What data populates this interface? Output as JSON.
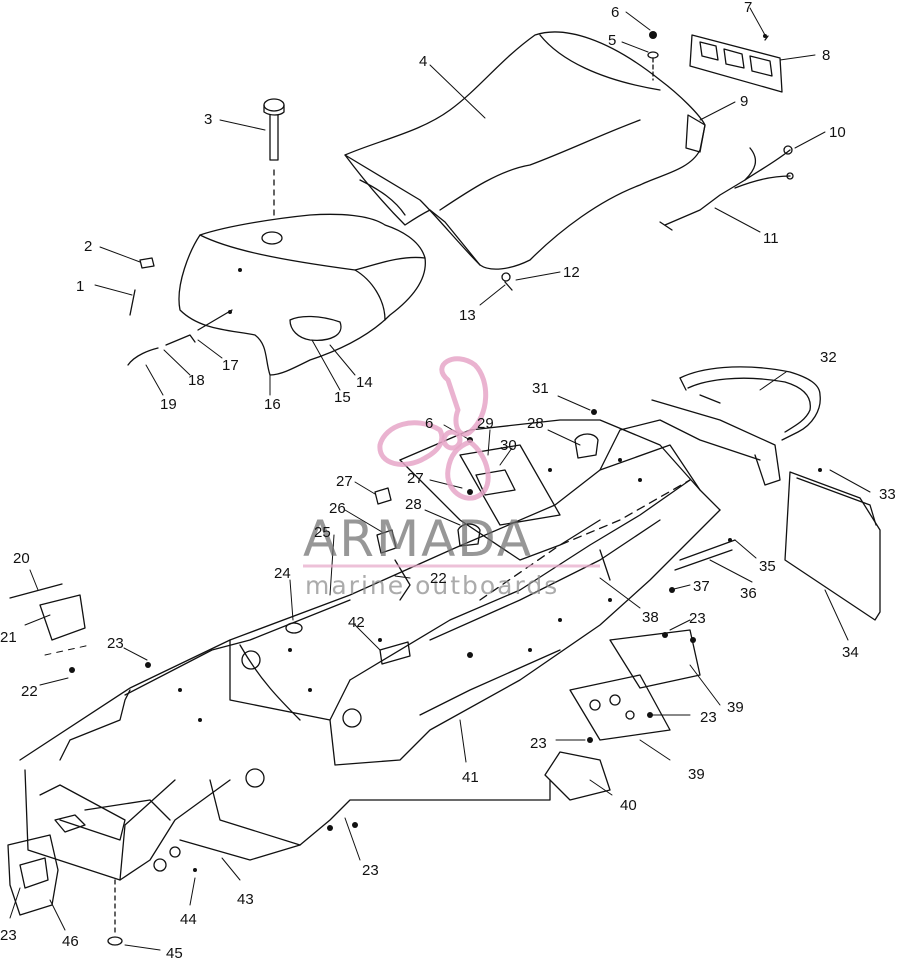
{
  "watermark": {
    "brand": "ARMADA",
    "tagline": "marine outboards",
    "color": "#e6a6c8"
  },
  "diagram": {
    "line_color": "#111111",
    "callouts": [
      "1",
      "2",
      "3",
      "4",
      "5",
      "6",
      "7",
      "8",
      "9",
      "10",
      "11",
      "12",
      "13",
      "14",
      "15",
      "16",
      "17",
      "18",
      "19",
      "20",
      "21",
      "22",
      "23",
      "24",
      "25",
      "26",
      "27",
      "28",
      "29",
      "30",
      "31",
      "32",
      "33",
      "34",
      "35",
      "36",
      "37",
      "38",
      "39",
      "40",
      "41",
      "42",
      "43",
      "44",
      "45",
      "46"
    ]
  }
}
